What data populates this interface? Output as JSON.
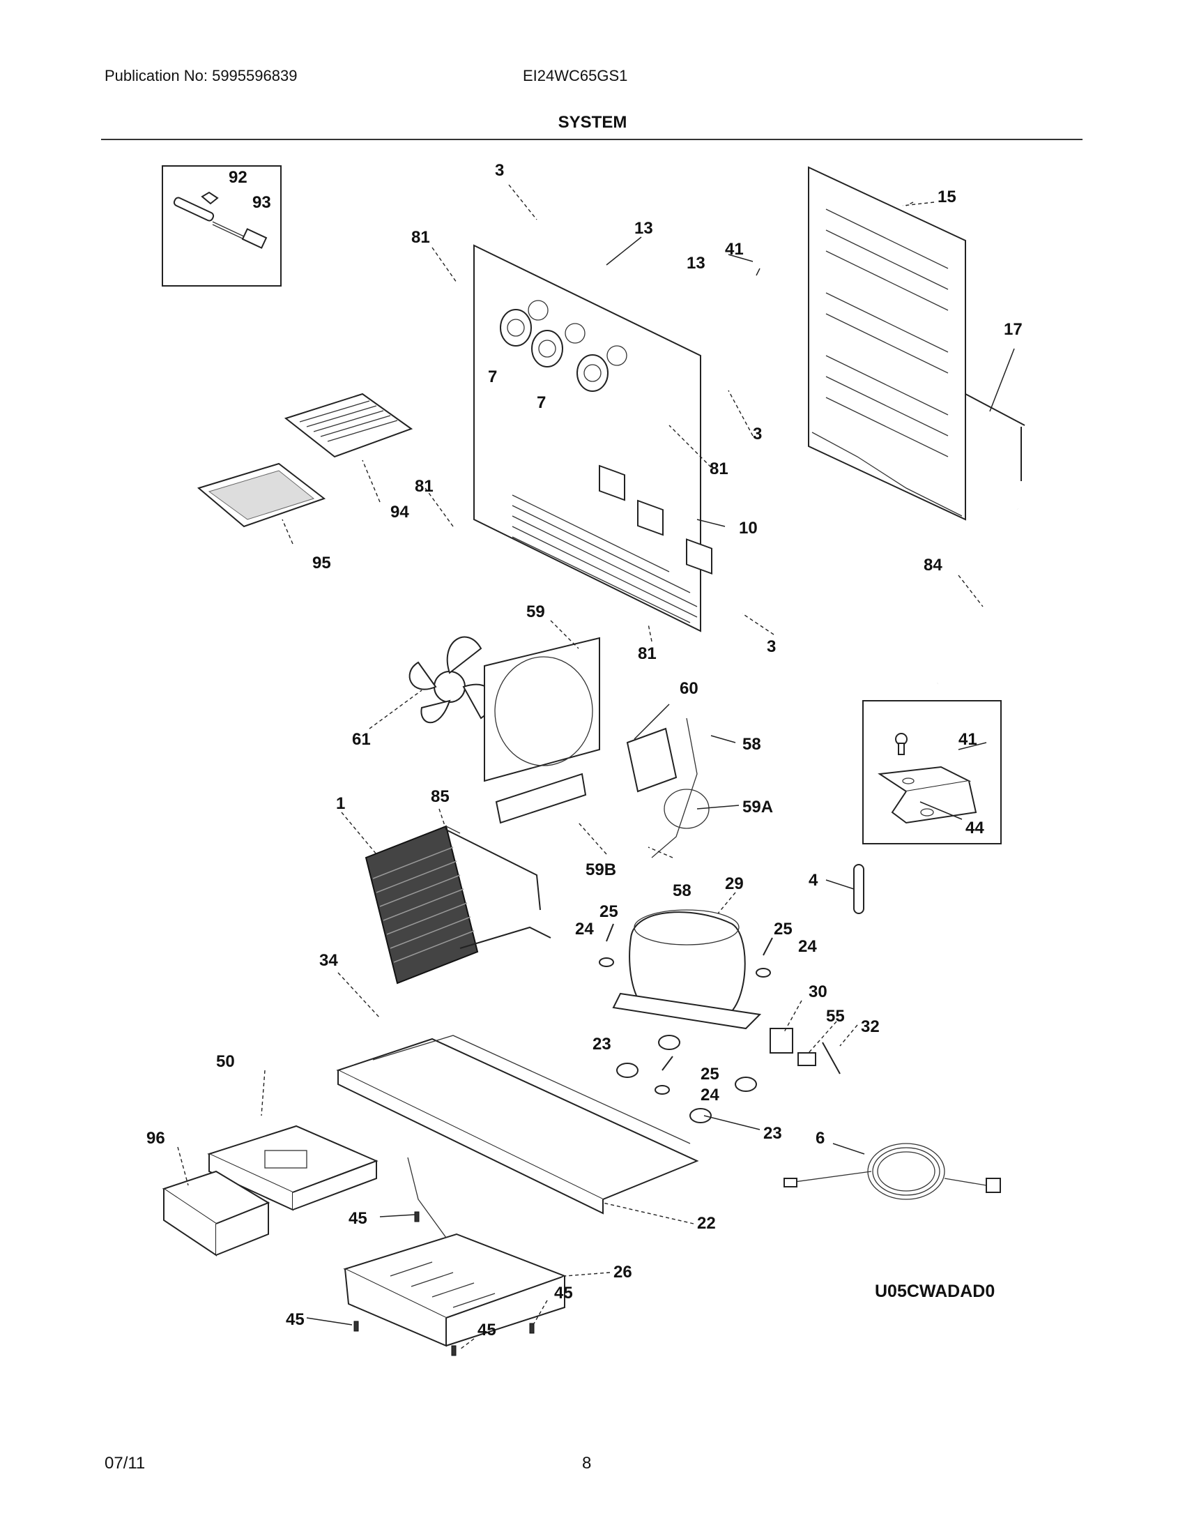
{
  "header": {
    "publication": "Publication No: 5995596839",
    "model": "EI24WC65GS1",
    "title": "SYSTEM"
  },
  "footer": {
    "date": "07/11",
    "page": "8"
  },
  "diagram": {
    "code": "U05CWADAD0",
    "callouts": [
      "92",
      "93",
      "3",
      "81",
      "13",
      "13",
      "15",
      "41",
      "7",
      "7",
      "3",
      "17",
      "81",
      "81",
      "94",
      "10",
      "95",
      "84",
      "3",
      "59",
      "81",
      "60",
      "61",
      "58",
      "41",
      "1",
      "85",
      "59A",
      "44",
      "59B",
      "58",
      "29",
      "4",
      "24",
      "25",
      "25",
      "24",
      "34",
      "30",
      "55",
      "32",
      "23",
      "50",
      "25",
      "24",
      "23",
      "6",
      "96",
      "22",
      "45",
      "26",
      "45",
      "45",
      "45"
    ]
  }
}
